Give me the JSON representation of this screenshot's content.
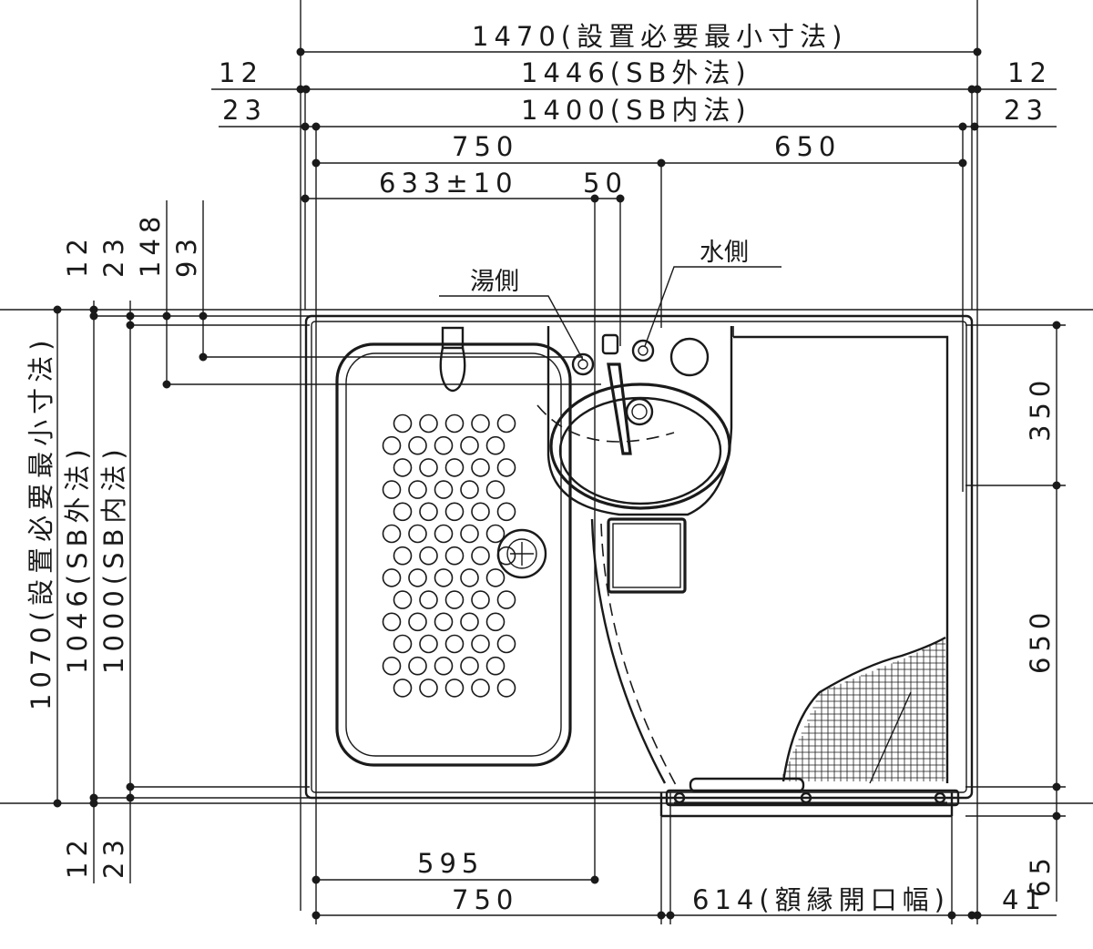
{
  "dimensions_top": {
    "overall_min": "1470(設置必要最小寸法)",
    "sb_outer": "1446(SB外法)",
    "sb_inner": "1400(SB内法)",
    "left_12": "12",
    "right_12": "12",
    "left_23": "23",
    "right_23": "23",
    "span_750": "750",
    "span_650": "650",
    "span_633": "633±10",
    "span_50": "50"
  },
  "dimensions_left": {
    "overall_min": "1070(設置必要最小寸法)",
    "sb_outer": "1046(SB外法)",
    "sb_inner": "1000(SB内法)",
    "top_12": "12",
    "top_23": "23",
    "top_148": "148",
    "top_93": "93",
    "bottom_12": "12",
    "bottom_23": "23"
  },
  "dimensions_right": {
    "span_350": "350",
    "span_650": "650",
    "span_65": "65"
  },
  "dimensions_bottom": {
    "span_595": "595",
    "span_750": "750",
    "door_opening": "614(額縁開口幅)",
    "span_41": "41"
  },
  "labels": {
    "hot_side": "湯側",
    "cold_side": "水側"
  }
}
